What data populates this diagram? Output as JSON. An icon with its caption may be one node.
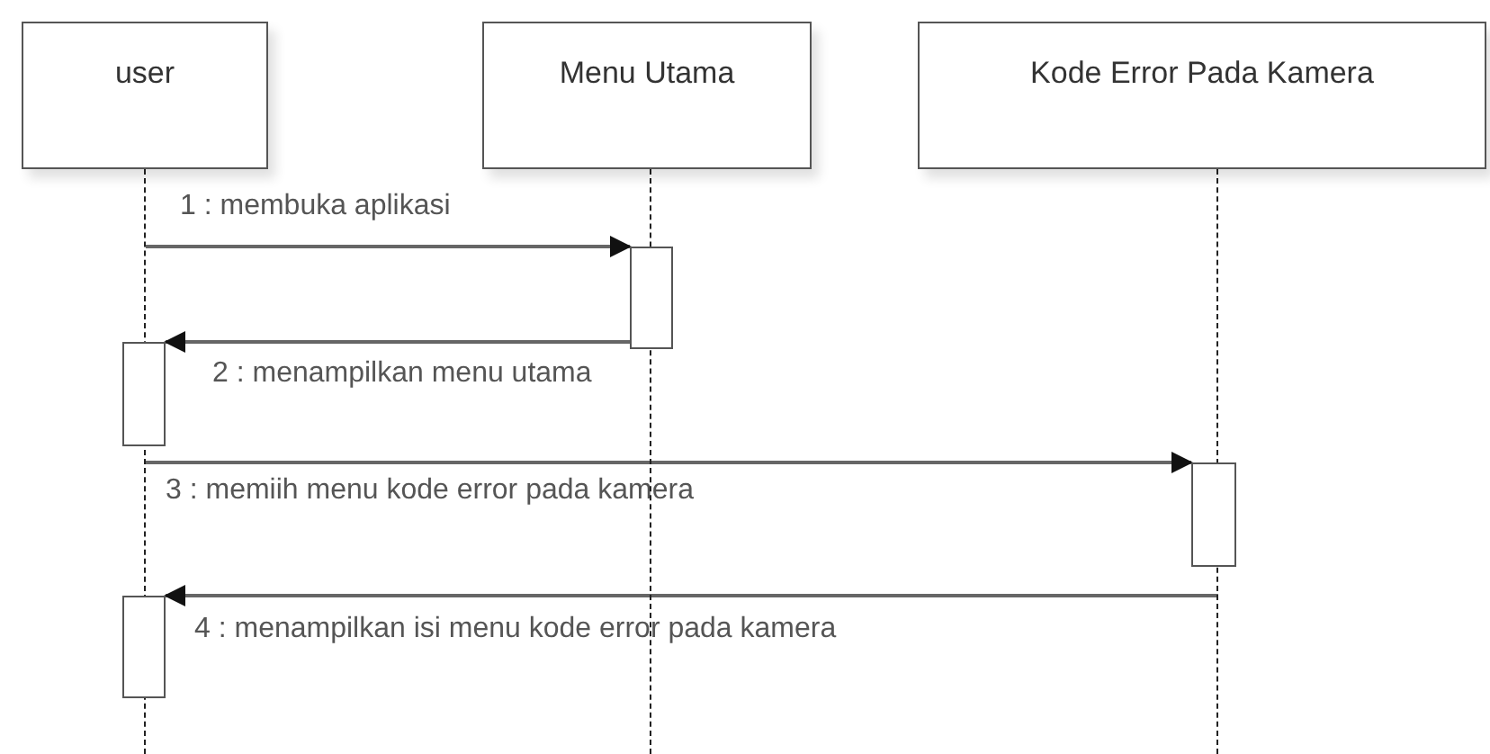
{
  "diagram": {
    "nodes": [
      {
        "text": [
          "user"
        ]
      },
      {
        "text": [
          "Menu Utama"
        ]
      },
      {
        "text": [
          "Kode Error Pada Kamera"
        ]
      },
      {
        "text": [],
        "shape": "line"
      },
      {
        "text": [],
        "shape": "line"
      },
      {
        "text": [],
        "shape": "line"
      },
      {
        "text": [],
        "shape": "bar"
      },
      {
        "text": [],
        "shape": "bar"
      },
      {
        "text": [],
        "shape": "bar"
      },
      {
        "text": [],
        "shape": "bar"
      }
    ],
    "edges": [
      {
        "from": 3,
        "to": 6,
        "arrow": "to",
        "label": "1 : membuka aplikasi"
      },
      {
        "from": 6,
        "to": 7,
        "arrow": "to",
        "label": "2 : menampilkan menu utama"
      },
      {
        "from": 3,
        "to": 8,
        "arrow": "to",
        "label": "3 : memiih menu kode error pada kamera"
      },
      {
        "from": 5,
        "to": 9,
        "arrow": "to",
        "label": "4 : menampilkan isi menu kode error pada kamera"
      }
    ]
  }
}
